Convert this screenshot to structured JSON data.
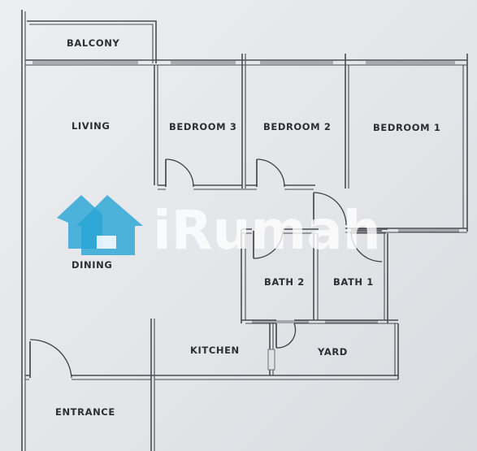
{
  "rooms": {
    "balcony": "BALCONY",
    "living": "LIVING",
    "bedroom3": "BEDROOM 3",
    "bedroom2": "BEDROOM 2",
    "bedroom1": "BEDROOM 1",
    "dining": "DINING",
    "bath2": "BATH 2",
    "bath1": "BATH 1",
    "kitchen": "KITCHEN",
    "yard": "YARD",
    "entrance": "ENTRANCE"
  },
  "watermark": {
    "text": "iRumah",
    "icon": "house-icon",
    "color": "#2aa6d6"
  }
}
